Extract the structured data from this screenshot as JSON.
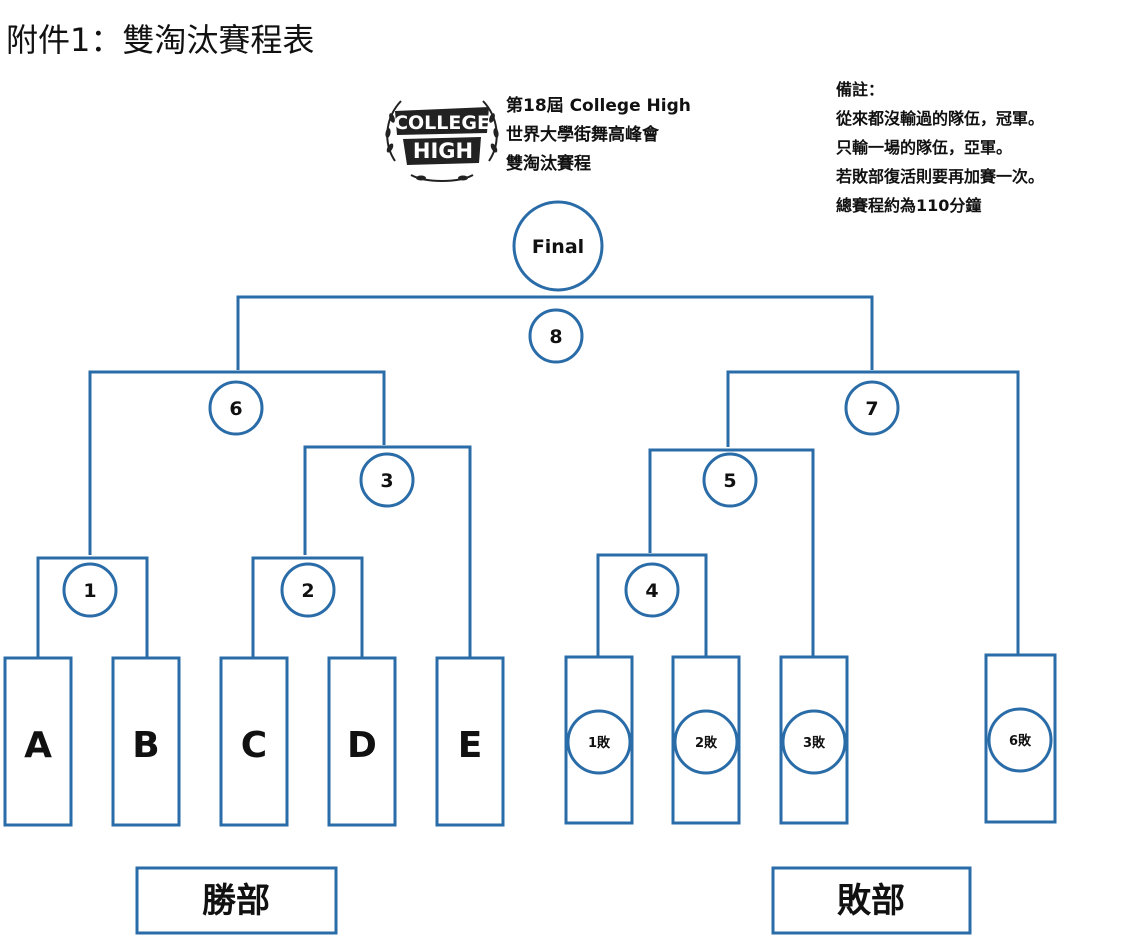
{
  "page_title": "附件1：雙淘汰賽程表",
  "event": {
    "line1": "第18屆 College High",
    "line2": "世界大學街舞高峰會",
    "line3": "雙淘汰賽程"
  },
  "logo": {
    "line1": "COLLEGE",
    "line2": "HIGH"
  },
  "notes": {
    "heading": "備註：",
    "lines": [
      "從來都沒輸過的隊伍，冠軍。",
      "只輸一場的隊伍，亞軍。",
      "若敗部復活則要再加賽一次。",
      "總賽程約為110分鐘"
    ]
  },
  "matches": {
    "final": "Final",
    "m1": "1",
    "m2": "2",
    "m3": "3",
    "m4": "4",
    "m5": "5",
    "m6": "6",
    "m7": "7",
    "m8": "8"
  },
  "teams": {
    "a": "A",
    "b": "B",
    "c": "C",
    "d": "D",
    "e": "E"
  },
  "losers": {
    "l1": "1敗",
    "l2": "2敗",
    "l3": "3敗",
    "l6": "6敗"
  },
  "sections": {
    "winners": "勝部",
    "losers": "敗部"
  },
  "colors": {
    "line": "#2a6ca8",
    "text": "#111111",
    "background": "#ffffff"
  }
}
